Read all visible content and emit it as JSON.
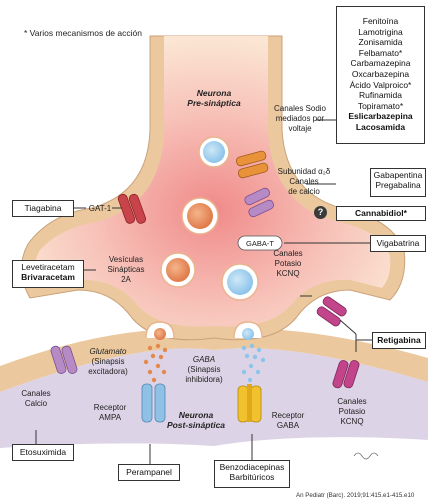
{
  "note": "* Varios mecanismos de acción",
  "drug_list": [
    "Fenitoína",
    "Lamotrigina",
    "Zonisamida",
    "Felbamato*",
    "Carbamazepina",
    "Oxcarbazepina",
    "Ácido Valproico*",
    "Rufinamida",
    "Topiramato*"
  ],
  "drug_list_bold": [
    "Eslicarbazepina",
    "Lacosamida"
  ],
  "neuron_pre": [
    "Neurona",
    "Pre-sináptica"
  ],
  "neuron_post": [
    "Neurona",
    "Post-sináptica"
  ],
  "labels": {
    "sodium_channels": [
      "Canales Sodio",
      "mediados por",
      "voltaje"
    ],
    "subunit": [
      "Subunidad α₂δ",
      "Canales",
      "de calcio"
    ],
    "gat1": "GAT-1",
    "gaba_t": "GABA-T",
    "vesicles": [
      "Vesículas",
      "Sinápticas",
      "2A"
    ],
    "potassium_pre": [
      "Canales",
      "Potasio",
      "KCNQ"
    ],
    "glutamate": [
      "Glutamato",
      "(Sinapsis",
      "excitadora)"
    ],
    "gaba": [
      "GABA",
      "(Sinapsis",
      "inhibidora)"
    ],
    "calcium_post": [
      "Canales",
      "Calcio"
    ],
    "ampa": [
      "Receptor",
      "AMPA"
    ],
    "gaba_receptor": [
      "Receptor",
      "GABA"
    ],
    "potassium_post": [
      "Canales",
      "Potasio",
      "KCNQ"
    ]
  },
  "drugs": {
    "gabapentina": [
      "Gabapentina",
      "Pregabalina"
    ],
    "cannabidiol": "Cannabidiol*",
    "tiagabina": "Tiagabina",
    "vigabatrina": "Vigabatrina",
    "levetiracetam": "Levetiracetam",
    "brivaracetam": "Brivaracetam",
    "retigabina": "Retigabina",
    "etosuximida": "Etosuximida",
    "perampanel": "Perampanel",
    "benzodiacepinas": [
      "Benzodiacepinas",
      "Barbitúricos"
    ]
  },
  "question_mark": "?",
  "credit": "An Pediatr (Barc). 2019;91:415.e1-415.e10",
  "colors": {
    "neuron_outer": "#ecc89e",
    "neuron_inner": "#fbe6d4",
    "neuron_glow": "#f2a9a3",
    "post_band": "#dcd3e6",
    "sodium_channel": "#e8923a",
    "calcium_channel": "#b58ac5",
    "gat1_channel": "#c8444a",
    "potassium_channel": "#c2458b",
    "ampa_receptor": "#8fc1e6",
    "gaba_receptor": "#f2c22e",
    "glutamate": "#e38a4a",
    "gaba_dots": "#8cc4ea"
  }
}
